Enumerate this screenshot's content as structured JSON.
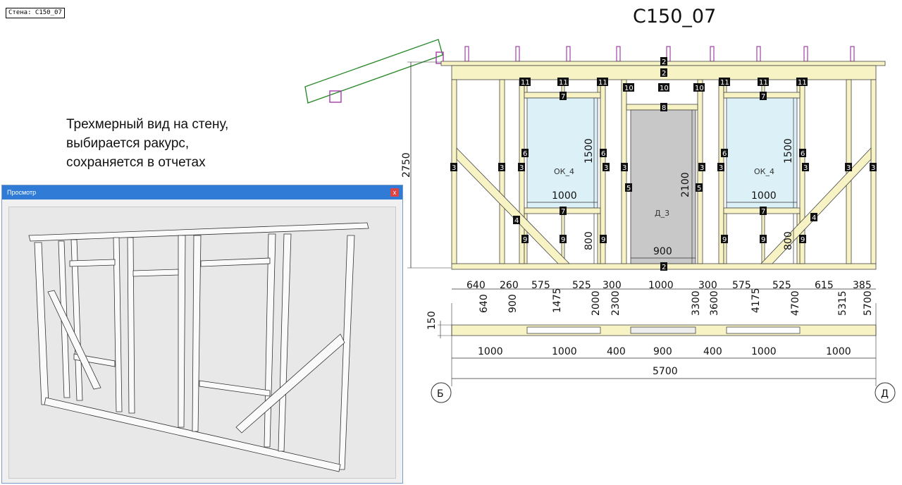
{
  "wall_tag": "Стена: C150_07",
  "caption": "Трехмерный вид на стену,\nвыбирается ракурс,\nсохраняется в отчетах",
  "drawing_title": "C150_07",
  "preview_window": {
    "title": "Просмотр",
    "close_label": "x"
  },
  "openings": {
    "window_left": "ОК_4",
    "door": "Д_3",
    "window_right": "ОК_4"
  },
  "vertical_dims": {
    "height": "2750",
    "window_h_left": "1500",
    "door_h": "2100",
    "window_h_right": "1500",
    "sill_left": "800",
    "sill_right": "800"
  },
  "width_dims": {
    "window_left": "1000",
    "door": "900",
    "window_right": "1000"
  },
  "segments_row": [
    "640",
    "260",
    "575",
    "525",
    "300",
    "1000",
    "300",
    "575",
    "525",
    "615",
    "385"
  ],
  "cumulative_row": [
    "640",
    "900",
    "1475",
    "2000",
    "2300",
    "3300",
    "3600",
    "4175",
    "4700",
    "5315",
    "5700"
  ],
  "thickness": "150",
  "bottom_row": [
    "1000",
    "1000",
    "400",
    "900",
    "400",
    "1000",
    "1000"
  ],
  "total": "5700",
  "axes": {
    "left": "Б",
    "right": "Д"
  },
  "tags": {
    "top1": "2",
    "top2": "2",
    "bottom": "2",
    "c11": "11",
    "c10": "10",
    "c7": "7",
    "c8": "8",
    "c6": "6",
    "c3": "3",
    "c5": "5",
    "c4": "4",
    "c9": "9"
  },
  "colors": {
    "timber": "#f8f3c4",
    "glass": "#dcf0f8",
    "door": "#c8c8c8",
    "roof": "#2e8b2e",
    "post": "#a23fa6"
  }
}
